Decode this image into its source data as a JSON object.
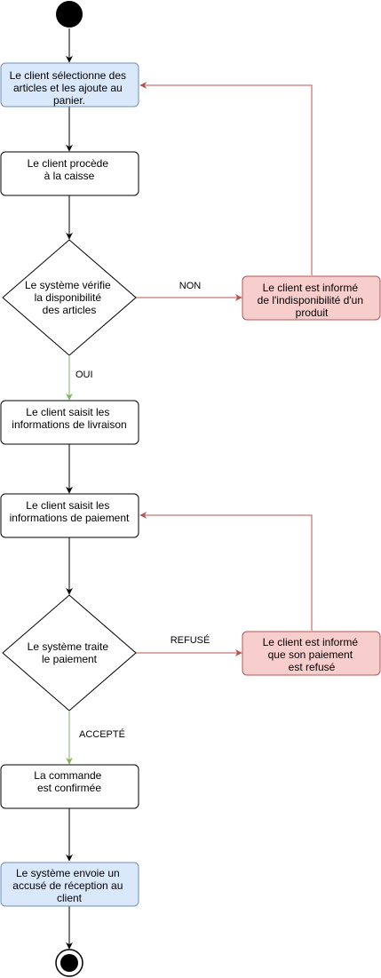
{
  "colors": {
    "blue_fill": "#dae8fc",
    "blue_stroke": "#6c8ebf",
    "red_fill": "#f8cecc",
    "red_stroke": "#b85450",
    "green_stroke": "#82b366",
    "default_stroke": "#000000"
  },
  "nodes": {
    "select_articles": [
      "Le client sélectionne des",
      "articles et les ajoute au",
      "panier."
    ],
    "checkout": [
      "Le client procède",
      "à la caisse"
    ],
    "check_availability": [
      "Le système vérifie",
      "la disponibilité",
      "des articles"
    ],
    "unavailable": [
      "Le client est informé",
      "de l'indisponibilité d'un",
      "produit"
    ],
    "shipping_info": [
      "Le client saisit les",
      "informations de livraison"
    ],
    "payment_info": [
      "Le client saisit les",
      "informations de paiement"
    ],
    "process_payment": [
      "Le système traite",
      "le paiement"
    ],
    "payment_refused": [
      "Le client est informé",
      "que son paiement",
      "est refusé"
    ],
    "order_confirmed": [
      "La commande",
      "est confirmée"
    ],
    "send_receipt": [
      "Le système envoie un",
      "accusé de réception au",
      "client"
    ]
  },
  "edges": {
    "non": "NON",
    "oui": "OUI",
    "refuse": "REFUSÉ",
    "accepte": "ACCEPTÉ"
  }
}
